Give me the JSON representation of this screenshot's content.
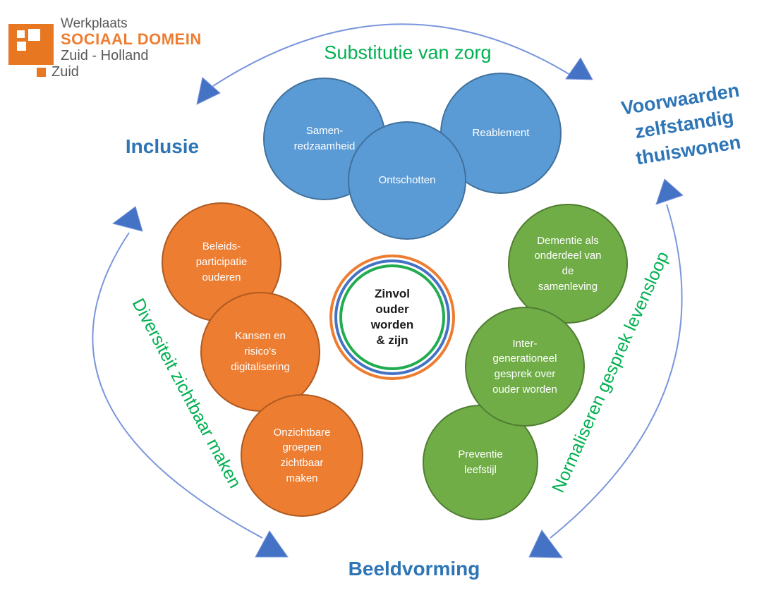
{
  "logo": {
    "brand_line": "Werkplaats",
    "brand_name": "SOCIAAL DOMEIN",
    "region_line1": "Zuid - Holland",
    "region_line2": "Zuid"
  },
  "center_circle": {
    "text": "Zinvol\nouder\nworden\n& zijn"
  },
  "outer_labels": {
    "top": "Substitutie van zorg",
    "left": "Inclusie",
    "right": "Voorwaarden\nzelfstandig\nthuiswonen",
    "bottom": "Beeldvorming",
    "left_arc": "Diversiteit zichtbaar maken",
    "right_arc": "Normaliseren gesprek levensloop"
  },
  "clusters": {
    "blue": {
      "items": [
        {
          "label": "Samen-\nredzaamheid"
        },
        {
          "label": "Reablement"
        },
        {
          "label": "Ontschotten"
        }
      ]
    },
    "orange": {
      "items": [
        {
          "label": "Beleids-\nparticipatie\nouderen"
        },
        {
          "label": "Kansen en\nrisico's\ndigitalisering"
        },
        {
          "label": "Onzichtbare\ngroepen\nzichtbaar\nmaken"
        }
      ]
    },
    "green": {
      "items": [
        {
          "label": "Dementie als\nonderdeel van\nde\nsamenleving"
        },
        {
          "label": "Preventie\nleefstijl"
        },
        {
          "label": "Inter-\ngenerationeel\ngesprek over\nouder worden"
        }
      ]
    }
  },
  "colors": {
    "blue_circle": "#5B9BD5",
    "blue_circle_border": "#41719C",
    "orange_circle": "#ED7D31",
    "orange_circle_border": "#AE5A21",
    "green_circle": "#70AD47",
    "green_circle_border": "#507E32",
    "center_ring_orange": "#ED7D31",
    "center_ring_blue": "#4472C4",
    "center_ring_green": "#21AC50",
    "arc_line": "#7A96DC",
    "arrowhead": "#4472C4",
    "label_blue": "#2E75B6",
    "label_green": "#00B050",
    "logo_orange": "#E87722",
    "logo_gray": "#58595B"
  }
}
